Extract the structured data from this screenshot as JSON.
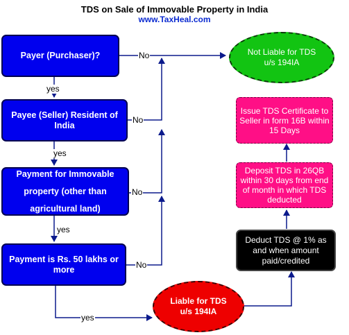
{
  "header": {
    "title": "TDS on Sale of Immovable Property in India",
    "subtitle": "www.TaxHeal.com"
  },
  "nodes": {
    "payer": "Payer (Purchaser)?",
    "payee": "Payee (Seller) Resident of India",
    "payment_property": "Payment for Immovable property (other than agricultural land)",
    "payment_amount": "Payment is Rs. 50 lakhs or more",
    "not_liable": "Not Liable for TDS u/s 194IA",
    "liable": "Liable for TDS u/s 194IA",
    "deduct": "Deduct TDS @ 1% as and when amount paid/credited",
    "deposit": "Deposit TDS in 26QB within 30 days from end of month in which TDS deducted",
    "issue": "Issue TDS Certificate to Seller in form 16B within 15 Days"
  },
  "edge_labels": {
    "no1": "No",
    "no2": "No",
    "no3": "No",
    "no4": "No",
    "yes1": "yes",
    "yes2": "yes",
    "yes3": "yes",
    "yes4": "yes"
  },
  "colors": {
    "decision": "#0000ee",
    "not_liable": "#12c412",
    "liable": "#ee0000",
    "step": "#ff0f86",
    "deduct": "#000000",
    "connector": "#0b1a8c"
  }
}
